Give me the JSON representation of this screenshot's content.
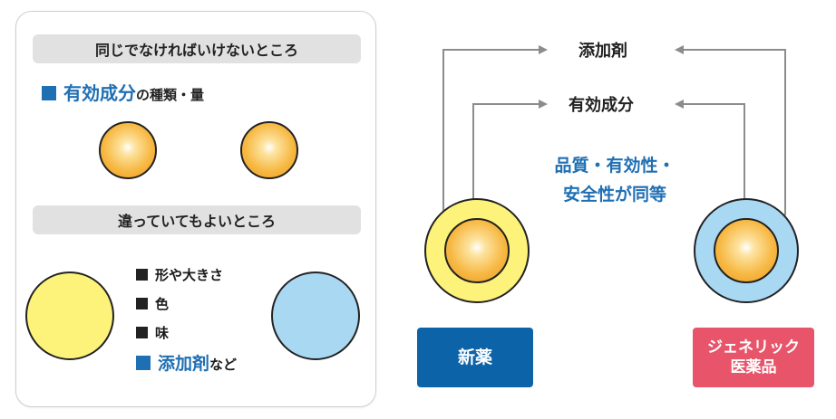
{
  "left_panel": {
    "same_header": "同じでなければいけないところ",
    "active_ingredient": "有効成分",
    "active_suffix": "の種類・量",
    "diff_header": "違っていてもよいところ",
    "diff_items": [
      "形や大きさ",
      "色",
      "味"
    ],
    "additive": "添加剤",
    "additive_suffix": "など"
  },
  "right_diagram": {
    "label_additive": "添加剤",
    "label_active": "有効成分",
    "quality_line1": "品質・有効性・",
    "quality_line2": "安全性が同等",
    "new_drug": "新薬",
    "generic_line1": "ジェネリック",
    "generic_line2": "医薬品"
  },
  "colors": {
    "blue_accent": "#1f6fb3",
    "new_drug_button": "#0c63a8",
    "generic_button": "#e8546a",
    "yellow_coating": "#fdf37a",
    "light_blue_coating": "#a9d8f3",
    "core_orange": "#f7b944",
    "arrow_gray": "#8c8c8c"
  }
}
